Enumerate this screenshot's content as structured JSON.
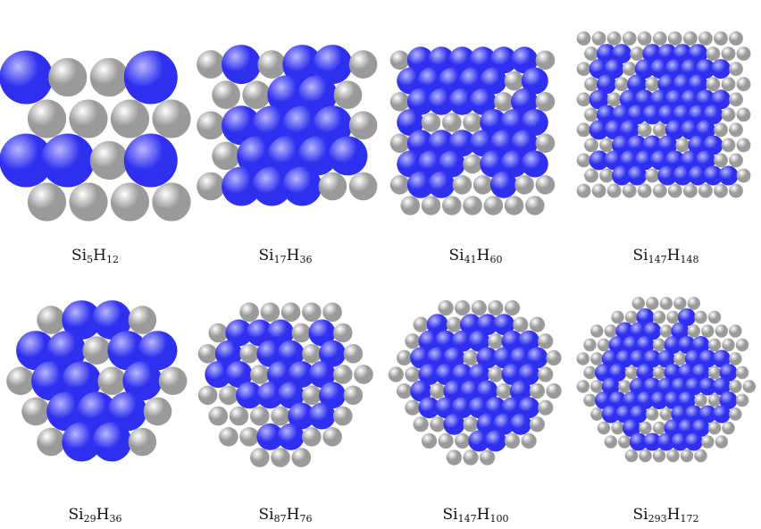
{
  "colors": {
    "silicon": "#2f2ff0",
    "hydrogen": "#ececec",
    "background": "#ffffff"
  },
  "clusters": [
    {
      "si": "5",
      "h": "12"
    },
    {
      "si": "17",
      "h": "36"
    },
    {
      "si": "41",
      "h": "60"
    },
    {
      "si": "147",
      "h": "148"
    },
    {
      "si": "29",
      "h": "36"
    },
    {
      "si": "87",
      "h": "76"
    },
    {
      "si": "147",
      "h": "100"
    },
    {
      "si": "293",
      "h": "172"
    }
  ]
}
